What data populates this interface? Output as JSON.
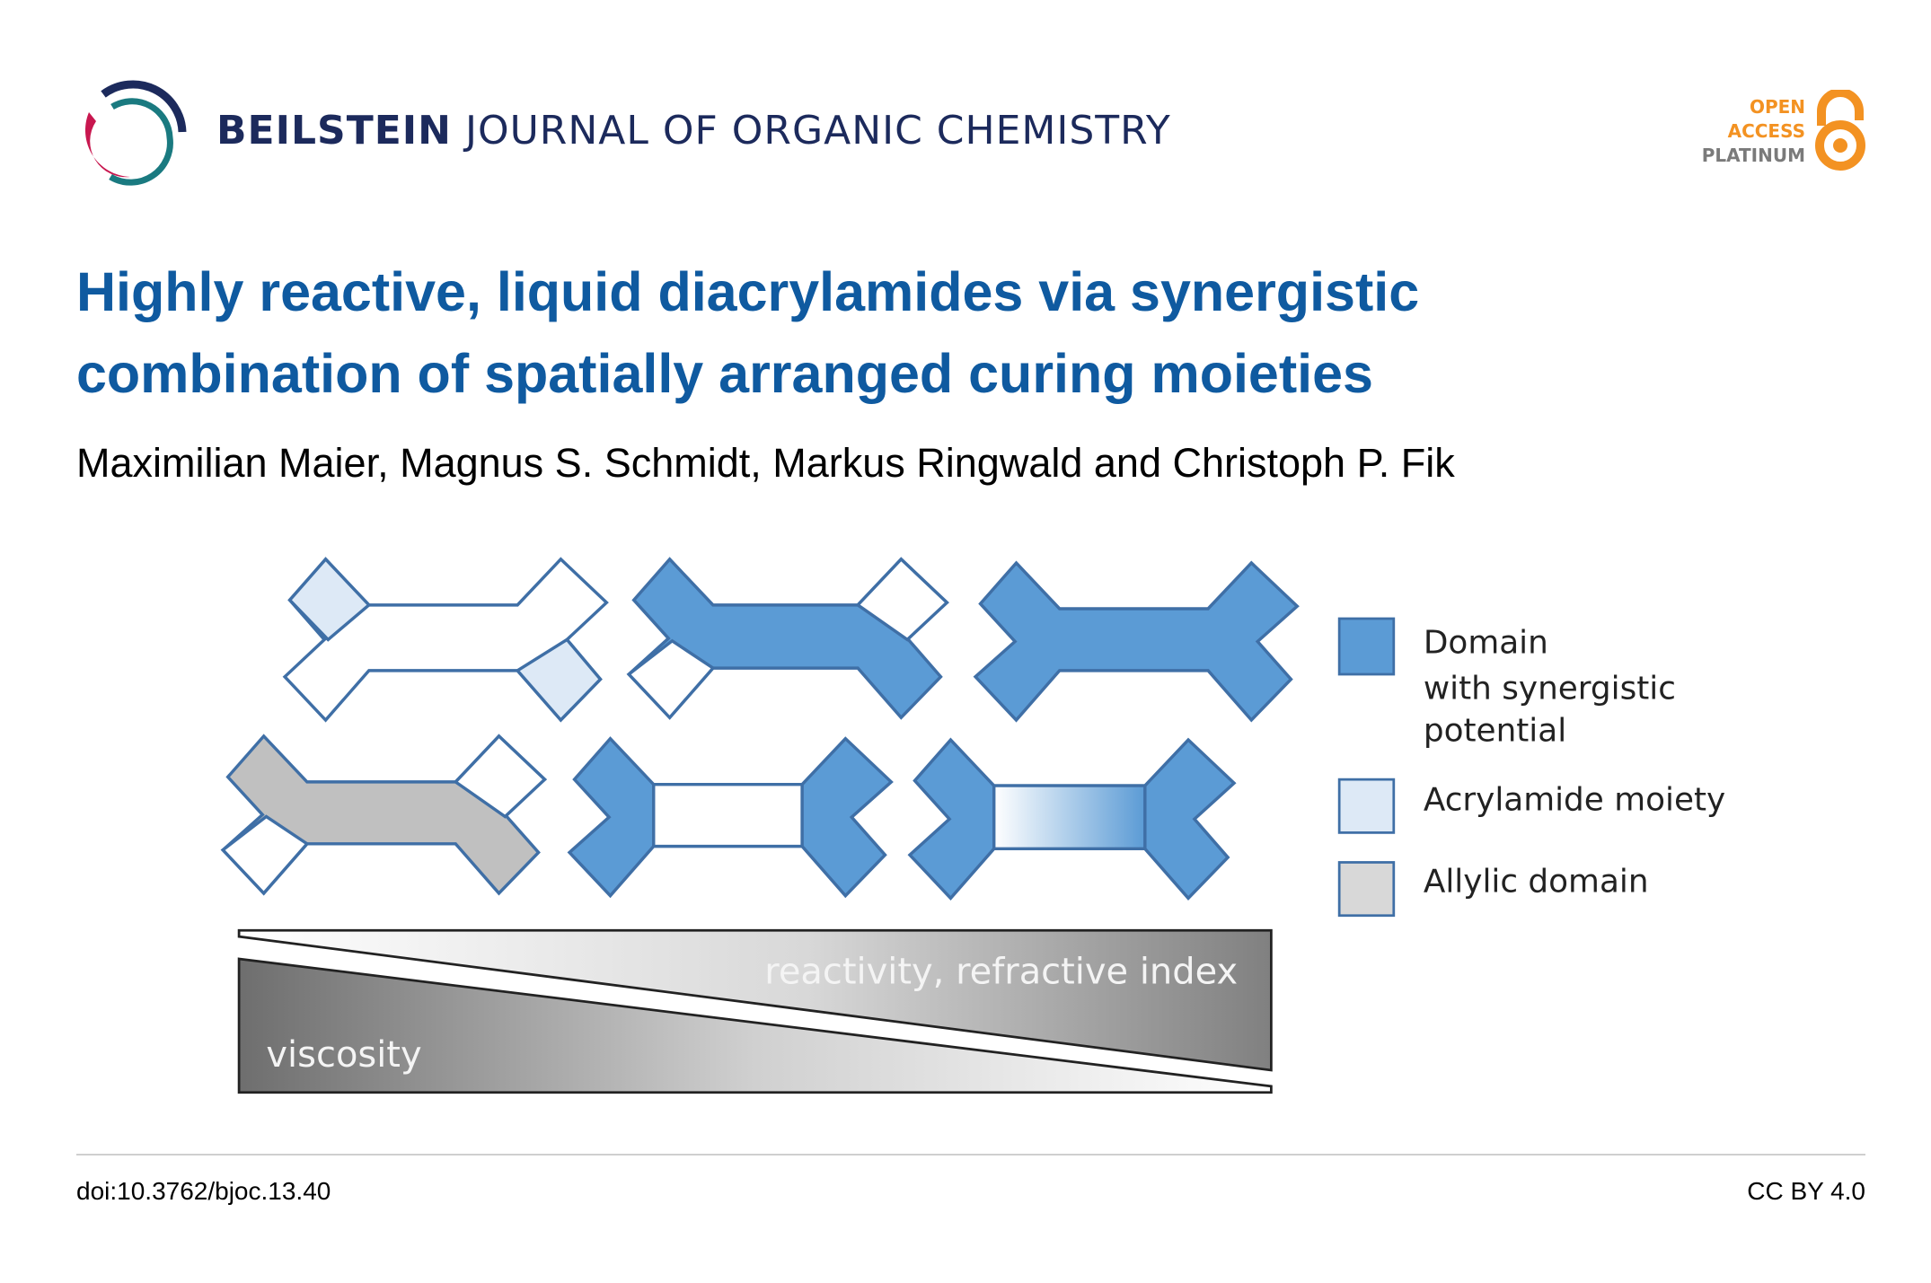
{
  "header": {
    "journal_bold": "BEILSTEIN",
    "journal_rest": "JOURNAL OF ORGANIC CHEMISTRY",
    "open_access": [
      "OPEN",
      "ACCESS",
      "PLATINUM"
    ]
  },
  "article": {
    "title_line1": "Highly reactive, liquid diacrylamides via synergistic",
    "title_line2": "combination of spatially arranged curing moieties",
    "authors": "Maximilian Maier, Magnus S. Schmidt, Markus Ringwald and Christoph P. Fik"
  },
  "figure": {
    "legend": {
      "domain_line1": "Domain",
      "domain_line2": "with synergistic",
      "domain_line3": "potential",
      "acrylamide": "Acrylamide moiety",
      "allylic": "Allylic domain"
    },
    "gradient_labels": {
      "upper": "reactivity, refractive index",
      "lower": "viscosity"
    },
    "colors": {
      "blue": "#5b9bd5",
      "stroke": "#3f6fa6",
      "light": "#dde9f6",
      "grey": "#c0c0c0"
    }
  },
  "footer": {
    "doi": "doi:10.3762/bjoc.13.40",
    "license": "CC BY 4.0"
  }
}
